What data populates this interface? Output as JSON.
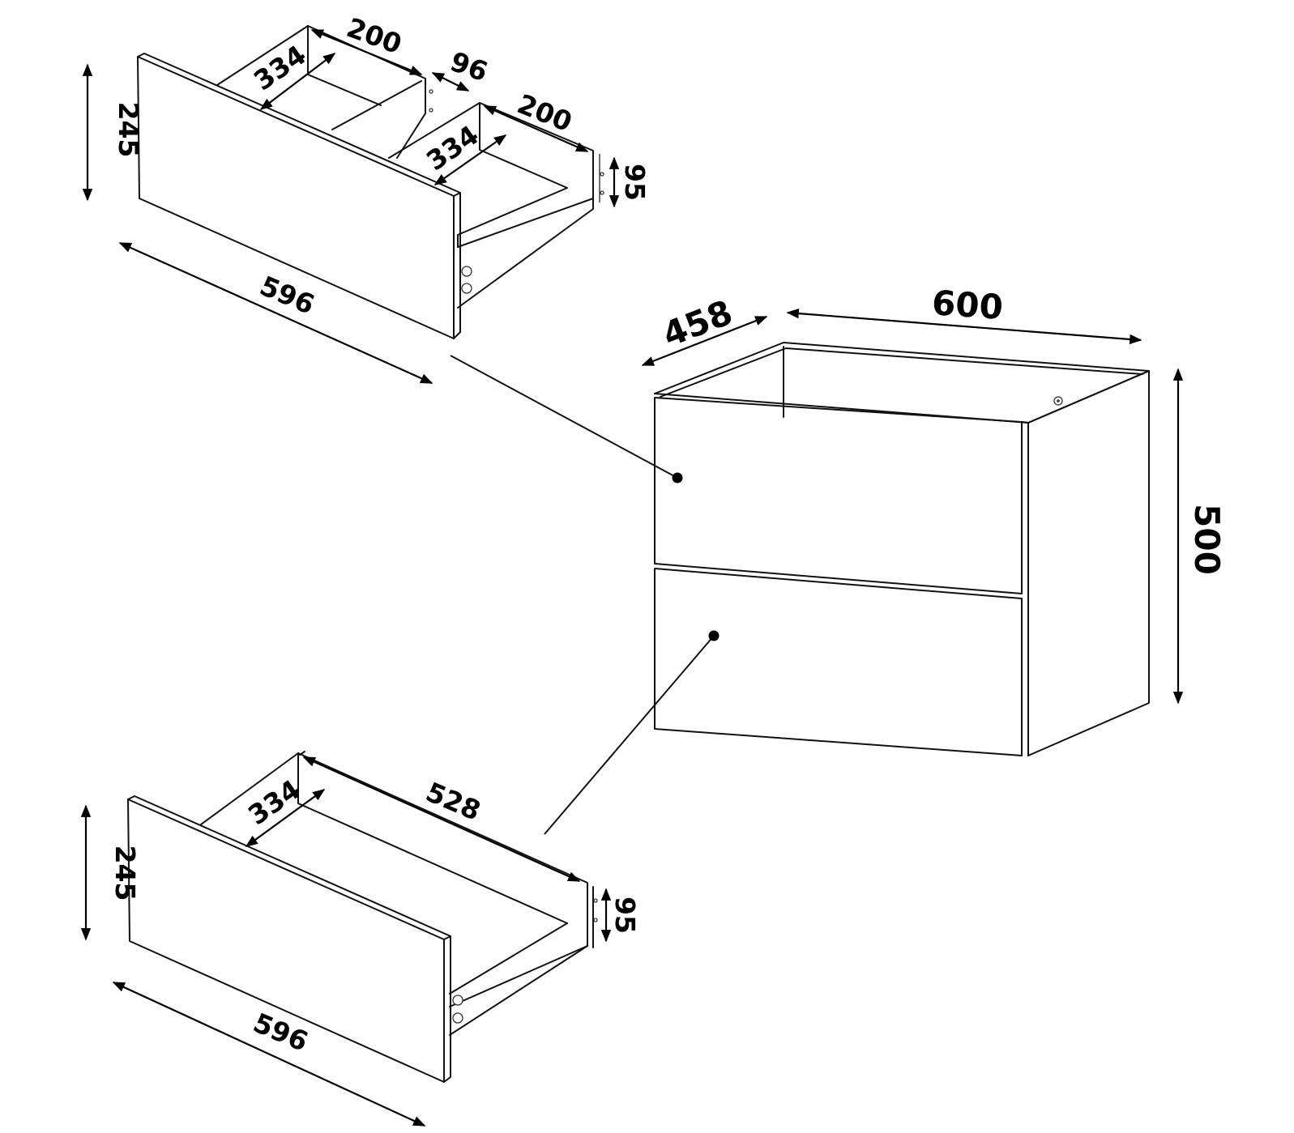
{
  "diagram": {
    "top_drawer": {
      "height": "245",
      "front_width": "596",
      "left_width": "200",
      "left_depth": "334",
      "gap": "96",
      "right_width": "200",
      "right_depth": "334",
      "side_height": "95"
    },
    "cabinet": {
      "depth": "458",
      "width": "600",
      "height": "500"
    },
    "bottom_drawer": {
      "height": "245",
      "front_width": "596",
      "inner_depth": "334",
      "inner_width": "528",
      "side_height": "95"
    }
  }
}
